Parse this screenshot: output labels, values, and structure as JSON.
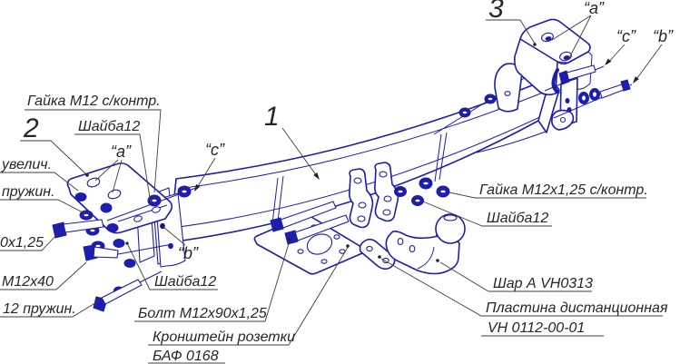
{
  "figure": {
    "kind": "exploded assembly technical drawing (towbar hitch)",
    "colors": {
      "line_blue": "#1d1dae",
      "leader": "#3f3f3f",
      "text": "#262626",
      "background": "#ffffff"
    }
  },
  "part_numbers": {
    "beam": "1",
    "left_bracket": "2",
    "right_bracket": "3"
  },
  "callouts": {
    "a_left": "“а”",
    "c_left": "“с”",
    "b_left": "“b”",
    "a_right": "“а”",
    "c_right": "“с”",
    "b_right": "“b”"
  },
  "labels": {
    "nut_m12": "Гайка М12 с/контр.",
    "washer12_topleft": "Шайба12",
    "frag_uvelich": "увелич.",
    "frag_pruzhin": "пружин.",
    "frag_0x125": "0х1,25",
    "frag_m12x40": "М12х40",
    "frag_12pruzhin": "12 пружин.",
    "washer12_left": "Шайба12",
    "bolt_m12x90": "Болт М12х90х1,25",
    "socket_bracket": "Кронштейн розетки",
    "socket_bracket_code": "БАФ 0168",
    "nut_m12x125": "Гайка М12х1,25 с/контр.",
    "washer12_right": "Шайба12",
    "ball": "Шар А VH0313",
    "distance_plate": "Пластина дистанционная",
    "distance_plate_code": "VH 0112-00-01"
  }
}
